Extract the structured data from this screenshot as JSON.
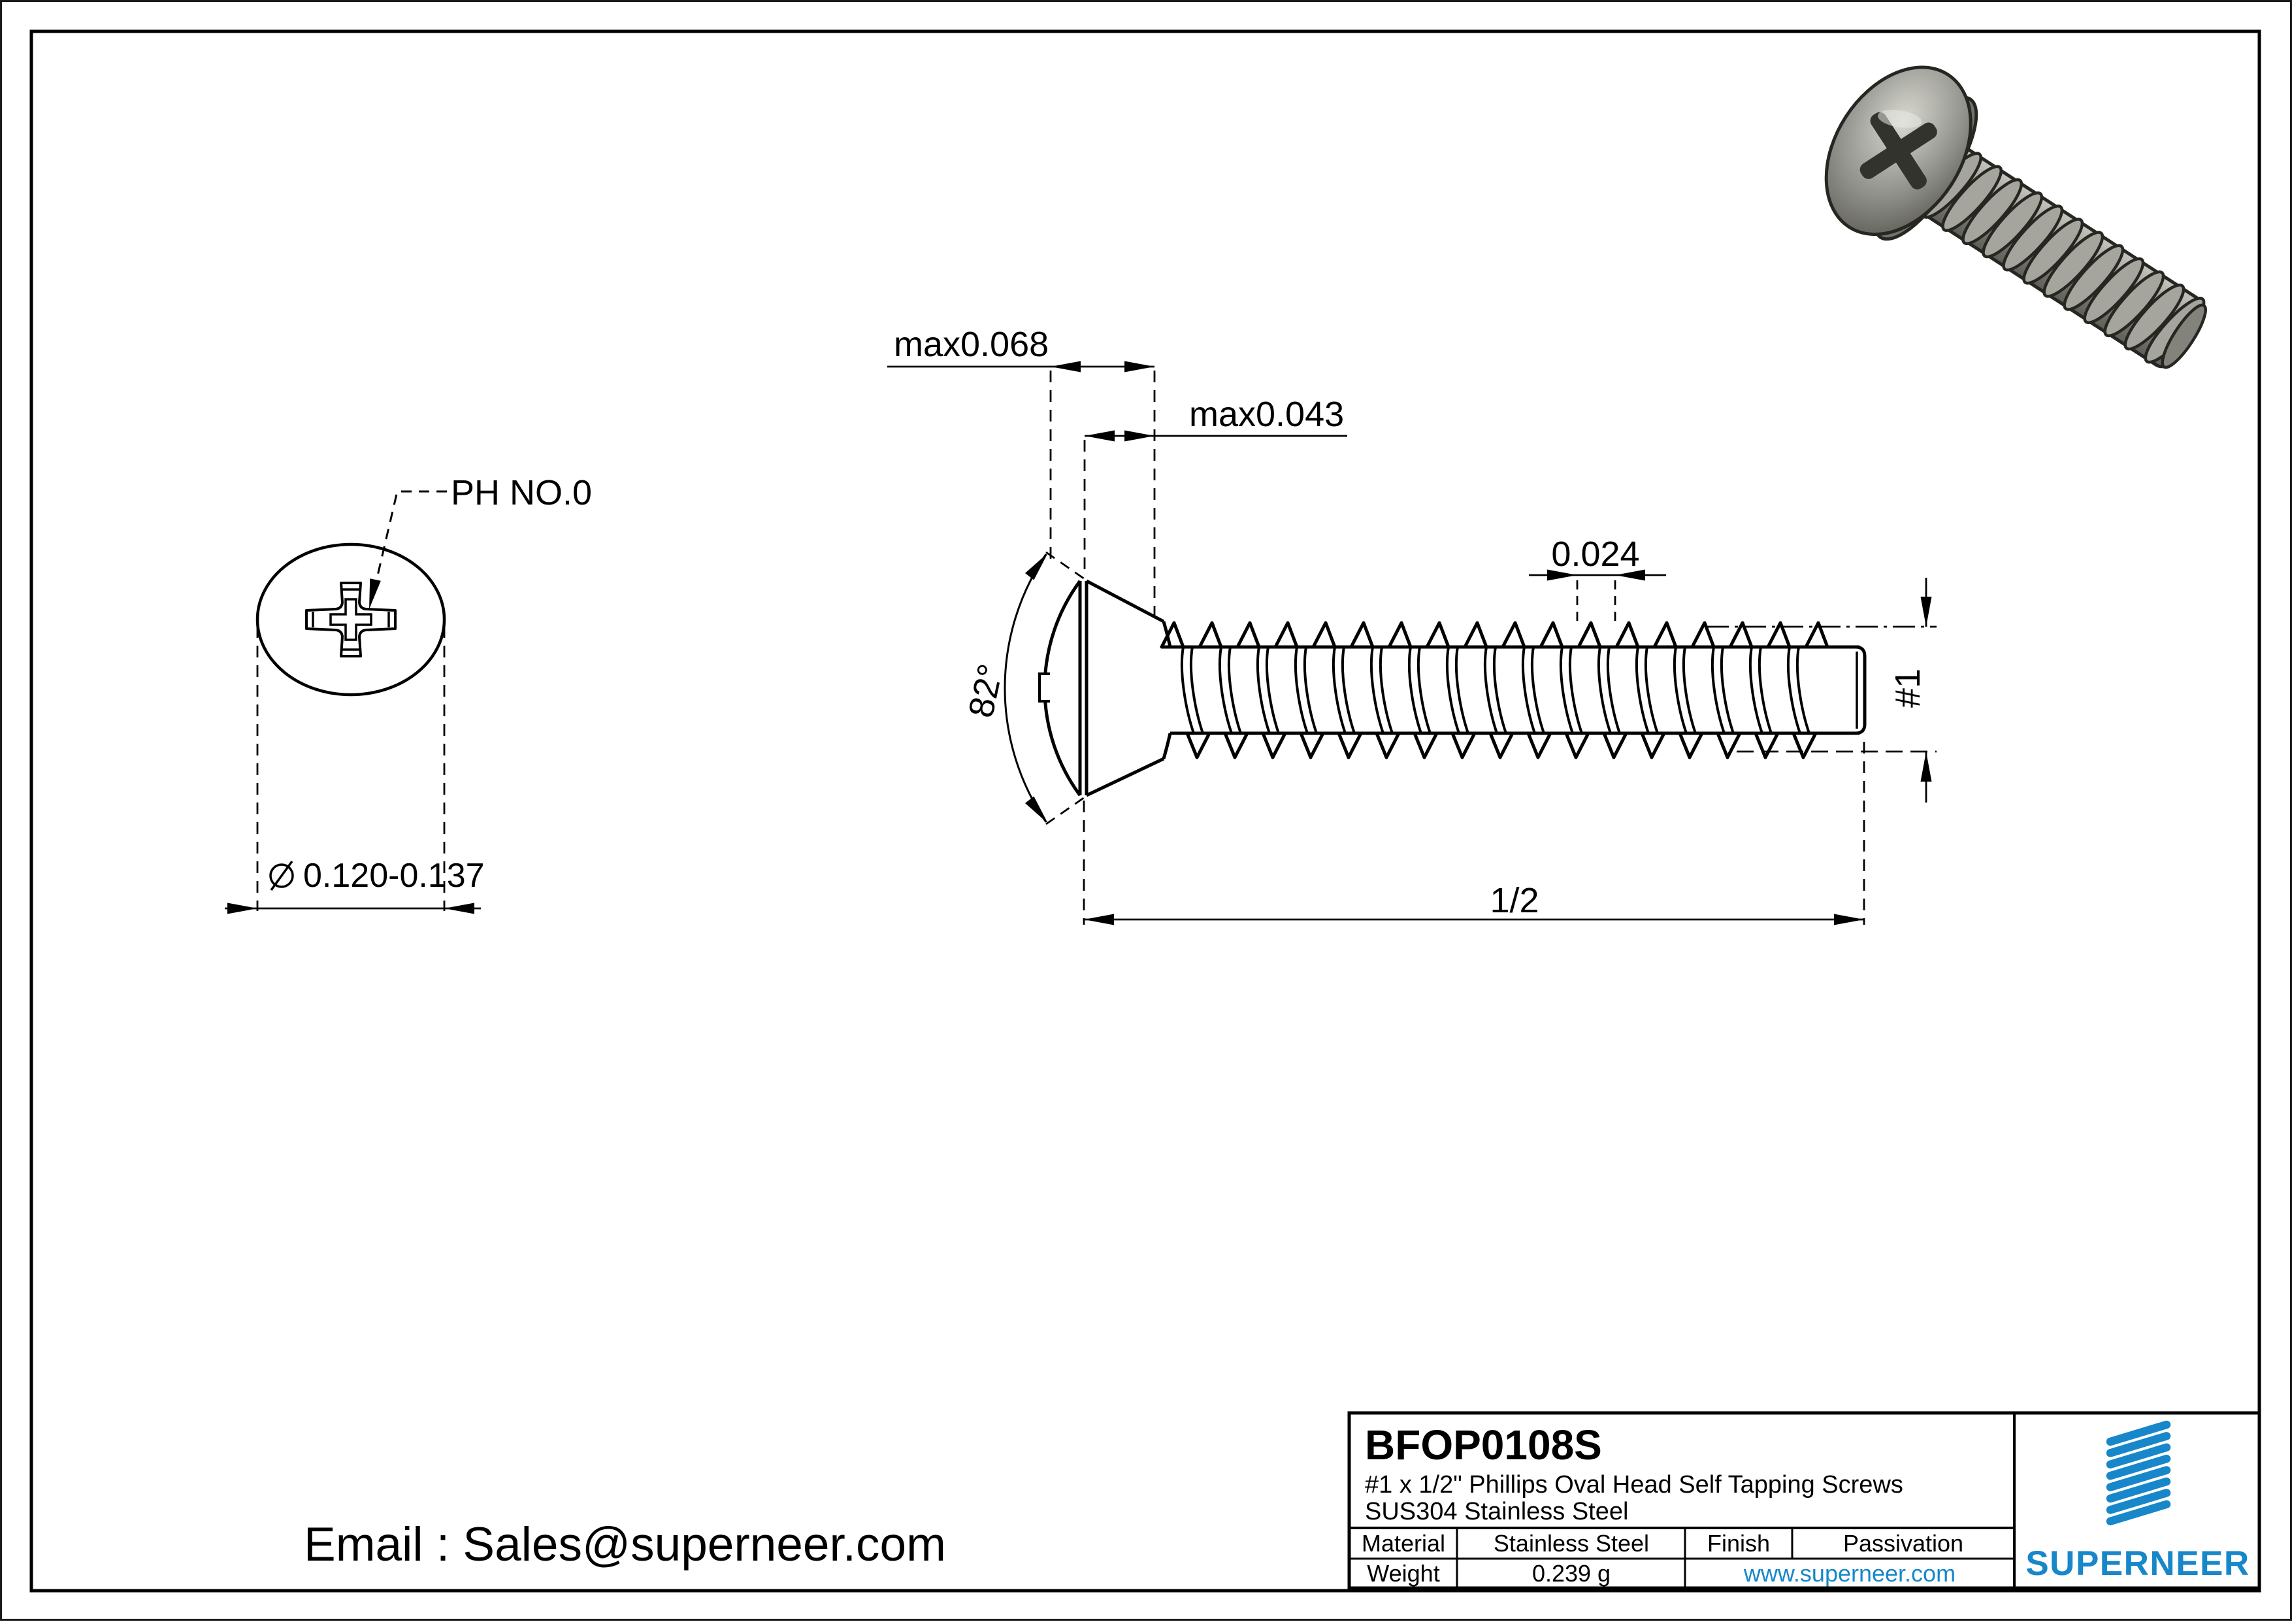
{
  "page": {
    "background": "#ffffff",
    "line_color": "#000000",
    "accent_blue": "#1787c9"
  },
  "front_view": {
    "drive_label": "PH NO.0",
    "diameter_value": "0.120-0.137",
    "diameter_symbol": "⌀"
  },
  "side_view": {
    "head_height": "max0.068",
    "cone_height": "max0.043",
    "thread_pitch": "0.024",
    "head_angle": "82°",
    "thread_size": "#1",
    "length": "1/2"
  },
  "title_block": {
    "part_number": "BFOP0108S",
    "title_line1": "#1 x 1/2\" Phillips Oval Head Self Tapping Screws",
    "title_line2": "SUS304 Stainless Steel",
    "material_label": "Material",
    "material_value": "Stainless Steel",
    "finish_label": "Finish",
    "finish_value": "Passivation",
    "weight_label": "Weight",
    "weight_value": "0.239 g",
    "website": "www.superneer.com",
    "brand": "SUPERNEER"
  },
  "footer": {
    "email": "Email : Sales@superneer.com"
  }
}
